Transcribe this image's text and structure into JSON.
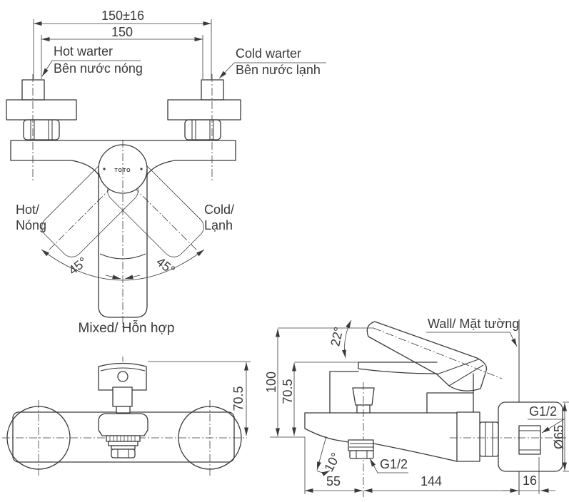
{
  "views": {
    "top": {
      "dim_overall": "150±16",
      "dim_centers": "150",
      "hot_inlet": {
        "en": "Hot warter",
        "vi": "Bên nước nóng"
      },
      "cold_inlet": {
        "en": "Cold warter",
        "vi": "Bên nước lạnh"
      },
      "hot_handle": {
        "en": "Hot/",
        "vi": "Nóng"
      },
      "cold_handle": {
        "en": "Cold/",
        "vi": "Lạnh"
      },
      "swing_left": "45°",
      "swing_right": "45°",
      "mixed": "Mixed/ Hỗn hợp",
      "brand": "TOTO"
    },
    "front": {
      "dim_height": "70.5"
    },
    "side": {
      "wall": "Wall/ Mặt tường",
      "lever_angle": "22°",
      "dim_overall_height": "100",
      "dim_body_height": "70.5",
      "spout_angle": "10°",
      "outlet_thread": "G1/2",
      "supply_thread": "G1/2",
      "flange_diameter": "Ø65",
      "dim_spout_offset": "55",
      "dim_length": "144",
      "dim_wall_clearance": "16"
    }
  },
  "colors": {
    "line": "#3a3a3a",
    "background": "#ffffff"
  }
}
